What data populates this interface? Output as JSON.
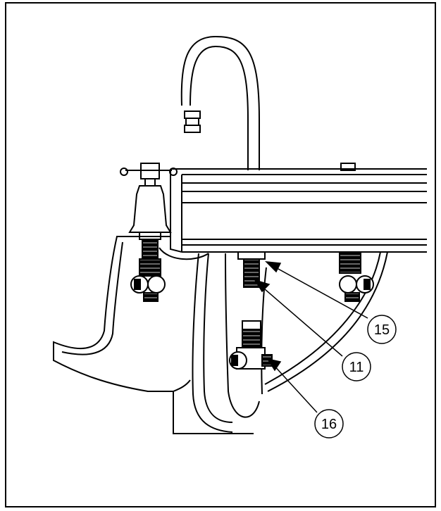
{
  "diagram": {
    "callouts": [
      {
        "id": "callout-15",
        "label": "15"
      },
      {
        "id": "callout-11",
        "label": "11"
      },
      {
        "id": "callout-16",
        "label": "16"
      }
    ]
  }
}
